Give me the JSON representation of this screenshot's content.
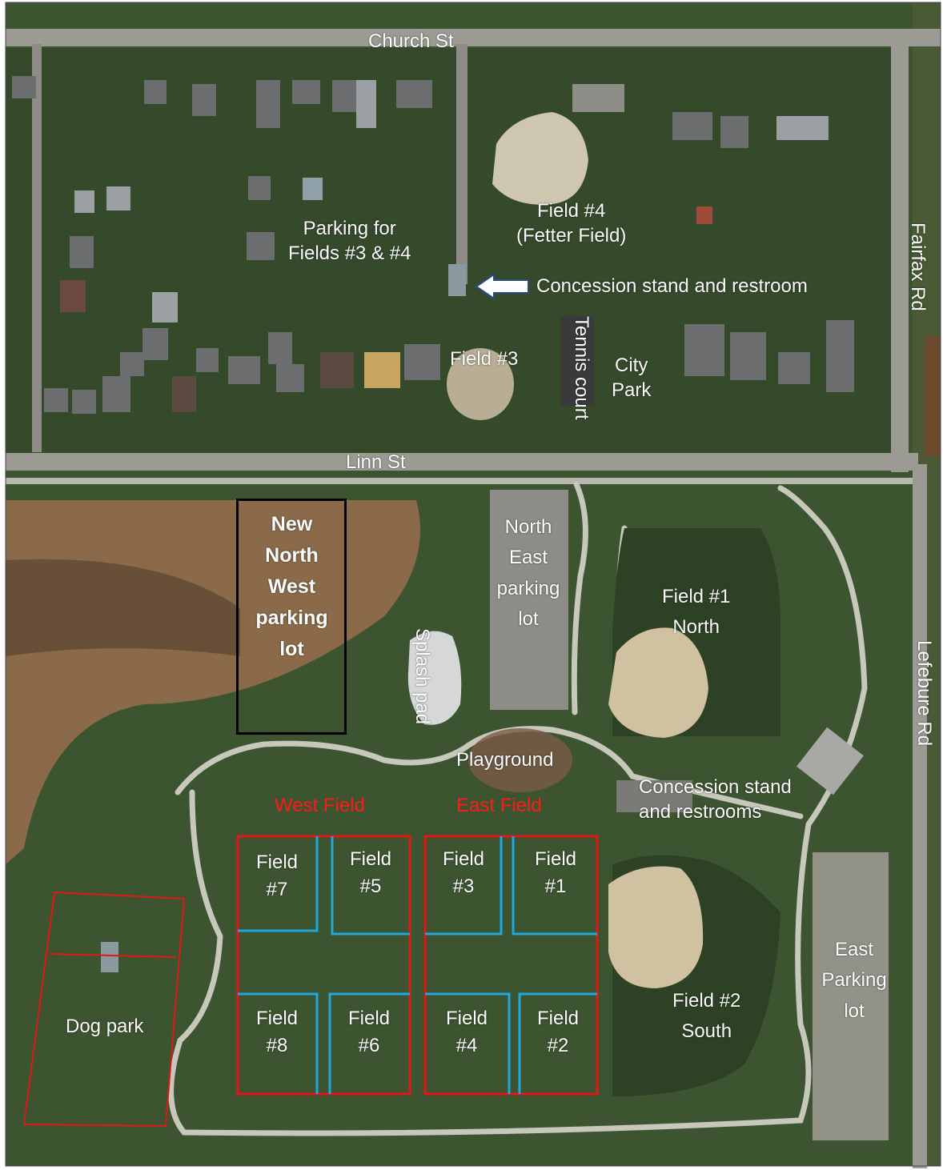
{
  "colors": {
    "label": "#ffffff",
    "field_group_outline": "#e01818",
    "subfield_outline": "#1fa8e0",
    "dog_park_outline": "#e01818",
    "parking_lot_outline": "#000000",
    "field_group_label": "#ff1a1a"
  },
  "streets": {
    "church": "Church St",
    "linn": "Linn St",
    "fairfax": "Fairfax Rd",
    "lefebure": "Lefebure Rd"
  },
  "labels": {
    "parking_34": [
      "Parking for",
      "Fields #3 & #4"
    ],
    "field4_top": [
      "Field #4",
      "(Fetter Field)"
    ],
    "concession_top": "Concession stand and restroom",
    "field3_top": "Field #3",
    "tennis": "Tennis court",
    "city_park": [
      "City",
      "Park"
    ],
    "new_nw_lot": [
      "New",
      "North",
      "West",
      "parking",
      "lot"
    ],
    "ne_lot": [
      "North",
      "East",
      "parking",
      "lot"
    ],
    "field1_north": [
      "Field #1",
      "North"
    ],
    "splash": "Splash pad",
    "playground": "Playground",
    "concession_bottom": [
      "Concession stand",
      "and restrooms"
    ],
    "west_field": "West Field",
    "east_field": "East Field",
    "west_sub": {
      "f7": [
        "Field",
        "#7"
      ],
      "f5": [
        "Field",
        "#5"
      ],
      "f8": [
        "Field",
        "#8"
      ],
      "f6": [
        "Field",
        "#6"
      ]
    },
    "east_sub": {
      "f3": [
        "Field",
        "#3"
      ],
      "f1": [
        "Field",
        "#1"
      ],
      "f4": [
        "Field",
        "#4"
      ],
      "f2": [
        "Field",
        "#2"
      ]
    },
    "field2_south": [
      "Field #2",
      "South"
    ],
    "east_lot": [
      "East",
      "Parking",
      "lot"
    ],
    "dog_park": "Dog park"
  },
  "icons": {
    "arrow": "left-arrow-icon"
  }
}
